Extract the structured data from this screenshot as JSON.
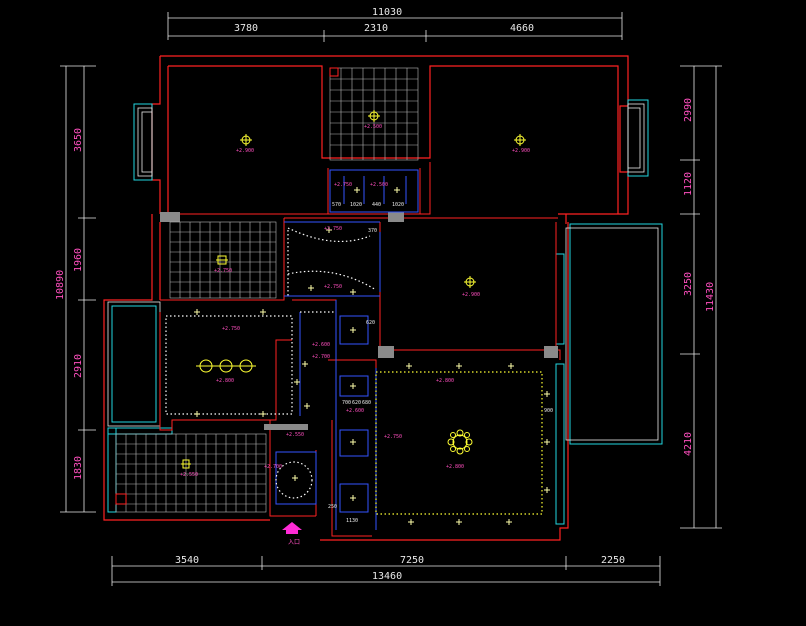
{
  "dimensions": {
    "top_total": "11030",
    "top_segments": [
      "3780",
      "2310",
      "4660"
    ],
    "bottom_total": "13460",
    "bottom_segments": [
      "3540",
      "7250",
      "2250"
    ],
    "left_total": "10890",
    "left_segments": [
      "3650",
      "1960",
      "2910",
      "1830"
    ],
    "right_total": "11430",
    "right_segments": [
      "2990",
      "1120",
      "3250",
      "4210"
    ]
  },
  "ceiling_heights": {
    "bedroom_nw": "+2.900",
    "bathroom_n": "+2.500",
    "bedroom_ne": "+2.900",
    "bath_w": "+2.750",
    "corridor_a": "+2.750",
    "corridor_b": "+2.750",
    "room_center": "+2.900",
    "dining": "+2.800",
    "living": "+2.800",
    "balcony": "+2.550",
    "stair_a": "+2.750",
    "stair_b": "+2.600",
    "stair_c": "+2.700",
    "entry": "+2.750",
    "corr_small": "+2.550"
  },
  "small_dims": [
    "570",
    "1020",
    "440",
    "1020",
    "370",
    "700",
    "620",
    "680",
    "620",
    "1130",
    "900",
    "250"
  ],
  "entrance_label": "入口"
}
